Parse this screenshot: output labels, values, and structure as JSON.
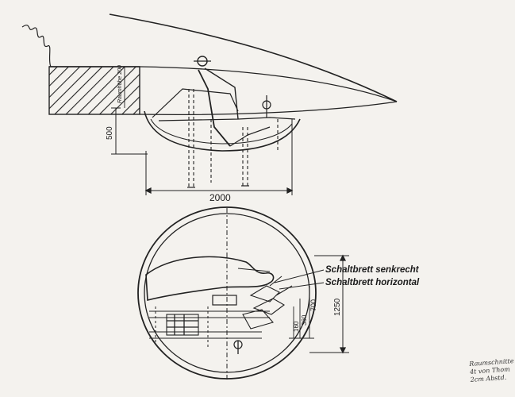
{
  "top_view": {
    "dimension_height_left": "500",
    "dimension_width_bottom": "2000",
    "wall_label": "Raumhöhe 200"
  },
  "bottom_view": {
    "callout_1": "Schaltbrett senkrecht",
    "callout_2": "Schaltbrett horizontal",
    "dimension_1250": "1250",
    "dimension_700": "700",
    "dimension_360": "360",
    "dimension_160": "160"
  },
  "margin_note": {
    "line_1": "Raumschnitte",
    "line_2": "4t von Thom",
    "line_3": "2cm Abstd."
  }
}
